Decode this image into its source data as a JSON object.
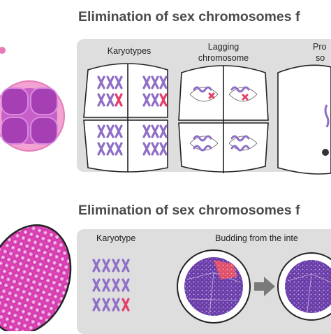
{
  "top": {
    "title": "Elimination of sex chromosomes f",
    "karyotypes_label": "Karyotypes",
    "lagging_line1": "Lagging",
    "lagging_line2": "chromosome",
    "pro_line1": "Pro",
    "pro_line2": "so"
  },
  "bottom": {
    "title": "Elimination of sex chromosomes f",
    "karyotype_label": "Karyotype",
    "budding_label": "Budding from the inte"
  },
  "colors": {
    "title_text": "#4a4a4a",
    "panel_bg": "#dedede",
    "chromosome_purple": "#8f6fc7",
    "chromosome_red": "#e2406a",
    "cell_pink": "#c85fc8",
    "cell_magenta": "#e040b8",
    "nucleus_purple": "#6a3ea8",
    "arrow_gray": "#7a7a7a"
  }
}
